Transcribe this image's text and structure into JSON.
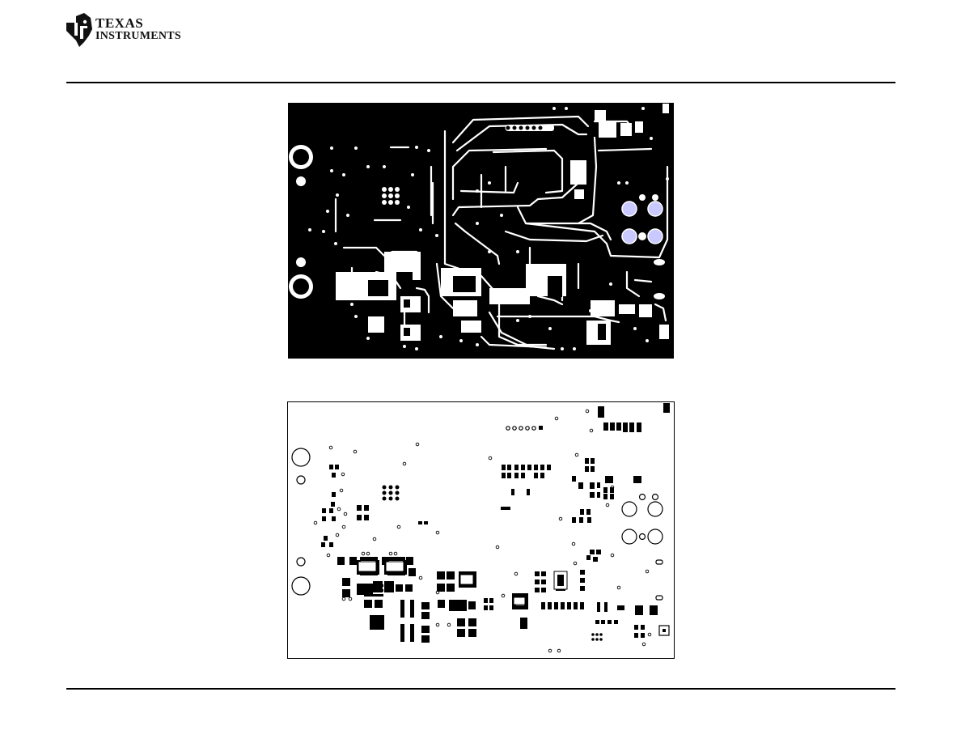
{
  "header": {
    "logo_line1": "Texas",
    "logo_line2": "Instruments"
  },
  "colors": {
    "copper_fill": "#000000",
    "trace": "#ffffff",
    "via_highlight": "#c9c9ff",
    "rule": "#000000"
  },
  "figures": [
    {
      "id": "pcb-top-layer",
      "kind": "pcb-copper-layer-artwork"
    },
    {
      "id": "pcb-bottom-layer",
      "kind": "pcb-pad-layer-artwork"
    }
  ]
}
